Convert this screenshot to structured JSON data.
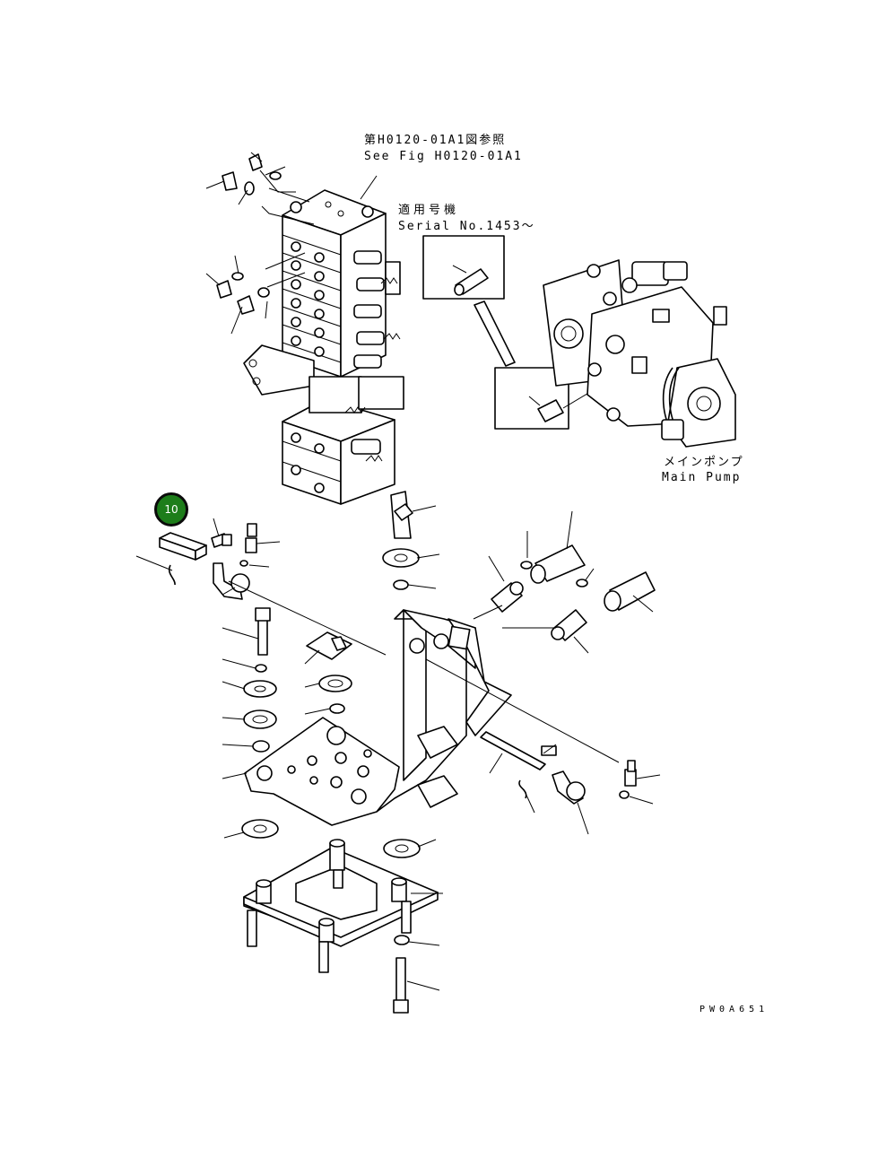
{
  "labels": {
    "see_fig_jp": "第H0120-01A1図参照",
    "see_fig_en": "See Fig H0120-01A1",
    "applicable_jp": "適用号機",
    "serial": "Serial No.1453～",
    "main_pump_jp": "メインポンプ",
    "main_pump_en": "Main Pump",
    "drawing_code": "PW0A651"
  },
  "callout": {
    "number": "10",
    "color": "#1d7d1a"
  }
}
